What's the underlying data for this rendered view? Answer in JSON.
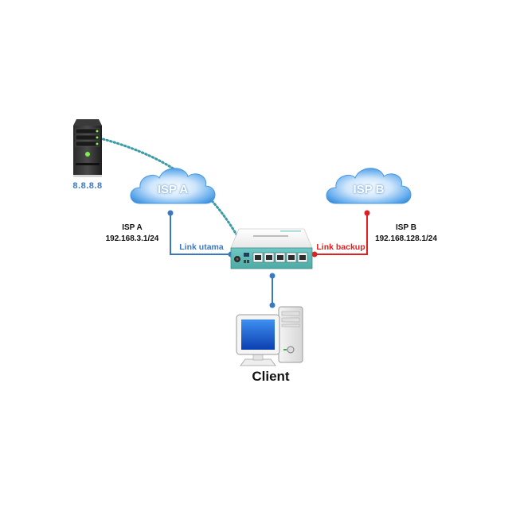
{
  "diagram": {
    "title": "ISP failover network topology",
    "nodes": {
      "dns_server": {
        "label": "8.8.8.8",
        "icon": "server-icon"
      },
      "isp_a": {
        "cloud_label": "ISP A",
        "info_name": "ISP A",
        "info_ip": "192.168.3.1/24",
        "icon": "cloud-icon"
      },
      "isp_b": {
        "cloud_label": "ISP B",
        "info_name": "ISP B",
        "info_ip": "192.168.128.1/24",
        "icon": "cloud-icon"
      },
      "router": {
        "icon": "router-icon",
        "ports": 5
      },
      "client": {
        "label": "Client",
        "icon": "desktop-computer-icon"
      }
    },
    "links": {
      "primary": {
        "label": "Link utama",
        "color": "#3b78c2",
        "from": "router",
        "to": "isp_a"
      },
      "backup": {
        "label": "Link backup",
        "color": "#e02020",
        "from": "router",
        "to": "isp_b"
      },
      "client_link": {
        "label": "",
        "color": "#3b78c2",
        "from": "router",
        "to": "client"
      },
      "route_check": {
        "label": "",
        "color": "#3a9aa6",
        "style": "dotted",
        "from": "router",
        "to": "dns_server"
      }
    },
    "colors": {
      "primary_link": "#3b78c2",
      "backup_link": "#e02020",
      "dotted_route": "#3a9aa6",
      "cloud": "#5aa6e6",
      "router_body": "#5fbcb8"
    }
  }
}
